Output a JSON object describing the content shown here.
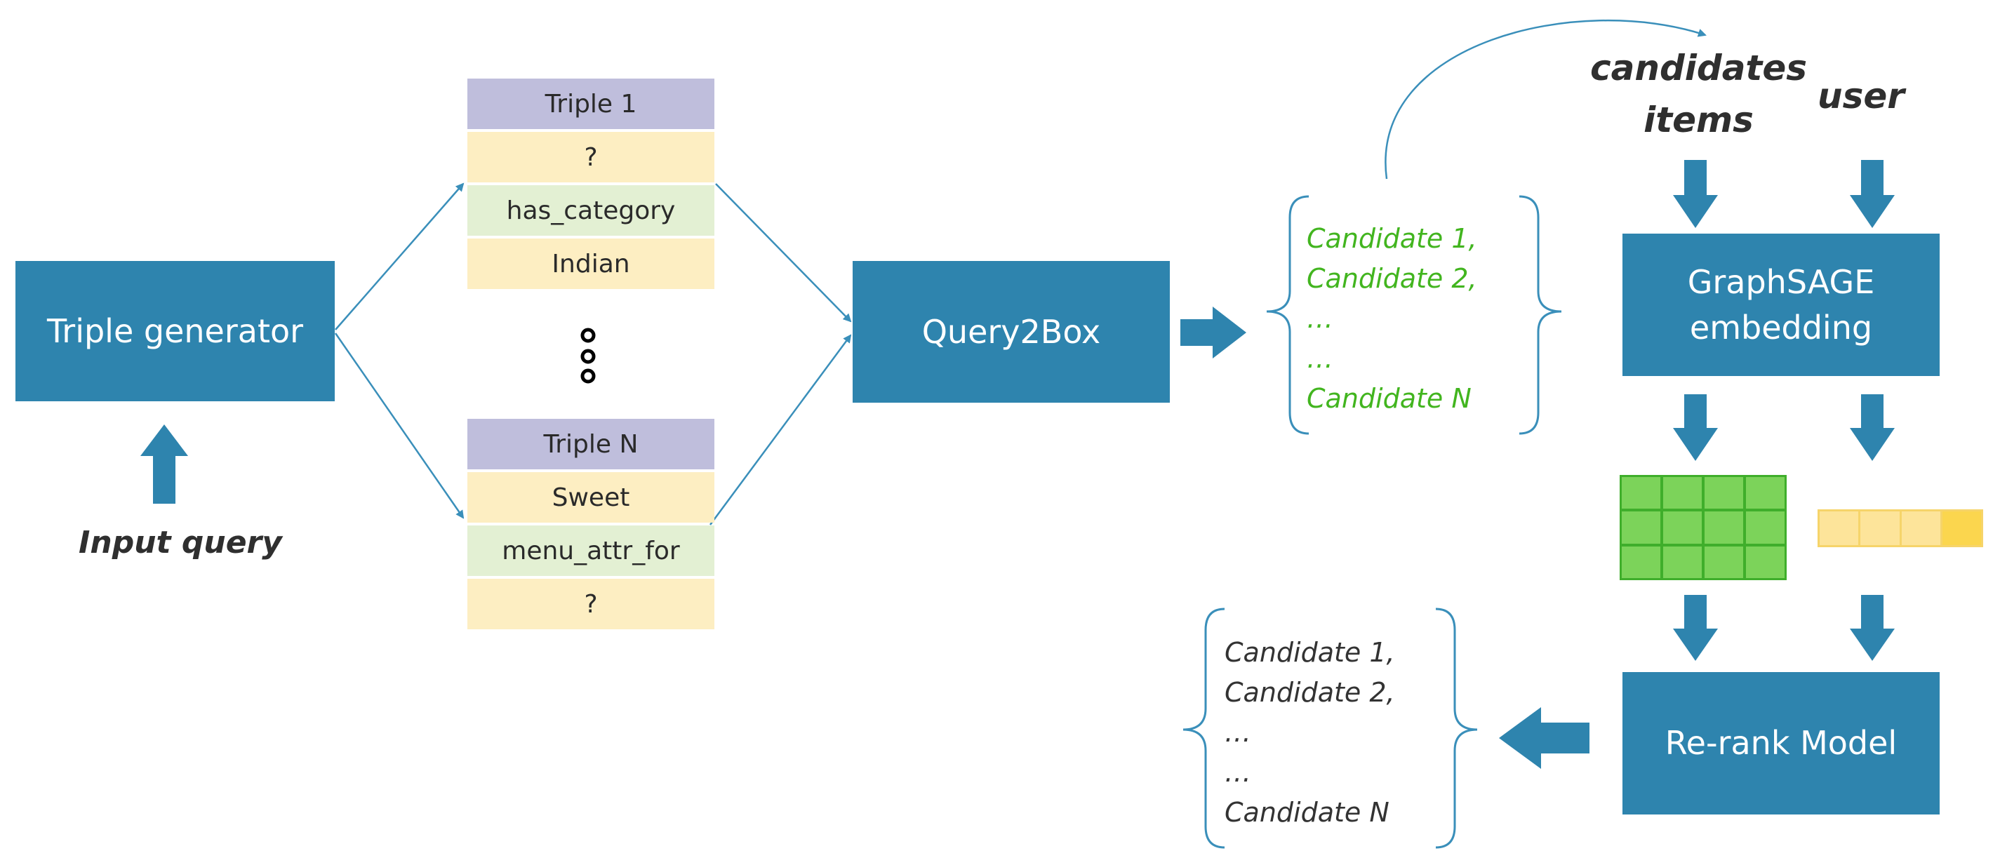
{
  "colors": {
    "box": "#2e84ae",
    "line": "#3a8fba",
    "triple_head": "#bfbedc",
    "entity": "#fdeec2",
    "relation": "#e3f0d3",
    "candidate_green": "#42b51f",
    "matrix_green": "#7cd35a",
    "vector_yellow": "#fde49a"
  },
  "nodes": {
    "triple_generator": "Triple generator",
    "query2box": "Query2Box",
    "graphsage_line1": "GraphSAGE",
    "graphsage_line2": "embedding",
    "rerank": "Re-rank Model"
  },
  "labels": {
    "input_query": "Input query",
    "candidates_line1": "candidates",
    "candidates_line2": "items",
    "user": "user"
  },
  "triples": [
    {
      "title": "Triple 1",
      "head": "?",
      "relation": "has_category",
      "tail": "Indian"
    },
    {
      "title": "Triple N",
      "head": "Sweet",
      "relation": "menu_attr_for",
      "tail": "?"
    }
  ],
  "candidates_query2box": [
    "Candidate 1,",
    "Candidate 2,",
    "…",
    "…",
    "Candidate N"
  ],
  "candidates_rerank": [
    "Candidate 1,",
    "Candidate 2,",
    "…",
    "…",
    "Candidate N"
  ],
  "icons": {
    "block_arrow": "block-arrow-icon",
    "ellipsis": "vertical-ellipsis-icon",
    "brace": "curly-brace-icon"
  }
}
